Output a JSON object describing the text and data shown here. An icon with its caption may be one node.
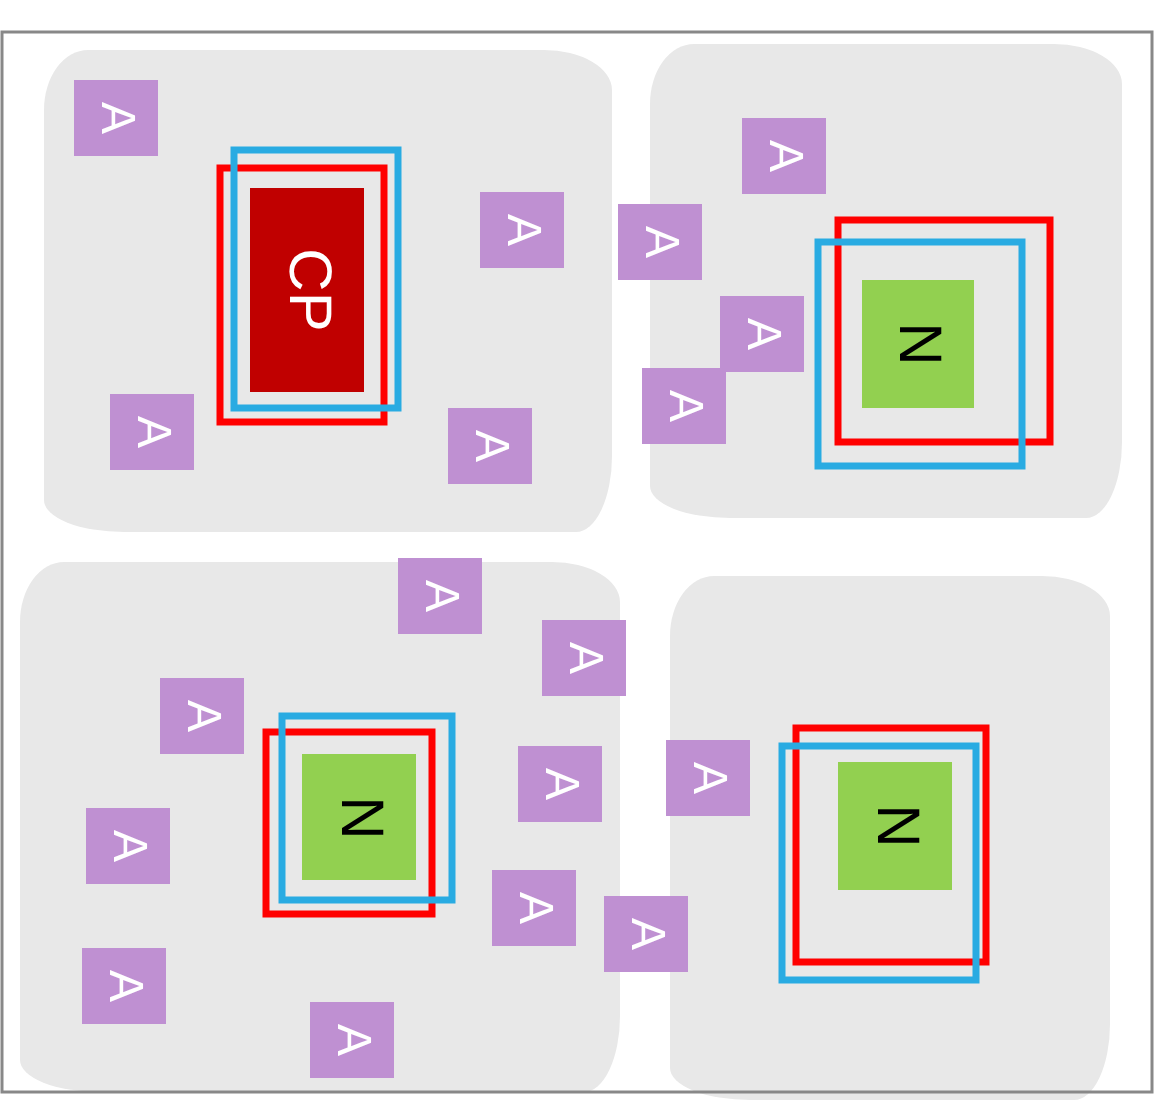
{
  "diagram": {
    "nodes": [
      {
        "text": [],
        "shape": "cloud"
      },
      {
        "text": [
          "A"
        ],
        "in": 0
      },
      {
        "text": [
          "CP"
        ],
        "in": 0
      },
      {
        "text": [
          "A"
        ],
        "in": 0
      },
      {
        "text": [
          "A"
        ],
        "in": 0
      },
      {
        "text": [
          "A"
        ],
        "in": 0
      },
      {
        "text": [],
        "shape": "cloud"
      },
      {
        "text": [
          "A"
        ],
        "in": 6
      },
      {
        "text": [
          "A"
        ],
        "in": 6
      },
      {
        "text": [
          "N"
        ],
        "in": 6
      },
      {
        "text": [
          "A"
        ],
        "in": 6
      },
      {
        "text": [
          "A"
        ],
        "in": 6
      },
      {
        "text": [],
        "shape": "cloud"
      },
      {
        "text": [
          "A"
        ],
        "in": 12
      },
      {
        "text": [
          "A"
        ],
        "in": 12
      },
      {
        "text": [
          "A"
        ],
        "in": 12
      },
      {
        "text": [
          "N"
        ],
        "in": 12
      },
      {
        "text": [
          "A"
        ],
        "in": 12
      },
      {
        "text": [
          "A"
        ],
        "in": 12
      },
      {
        "text": [
          "A"
        ],
        "in": 12
      },
      {
        "text": [
          "A"
        ]
      },
      {
        "text": [
          "A"
        ],
        "in": 12
      },
      {
        "text": [
          "A"
        ],
        "in": 12
      },
      {
        "text": [],
        "shape": "cloud"
      },
      {
        "text": [
          "A"
        ],
        "in": 23
      },
      {
        "text": [
          "N"
        ],
        "in": 23
      }
    ],
    "edges": []
  }
}
